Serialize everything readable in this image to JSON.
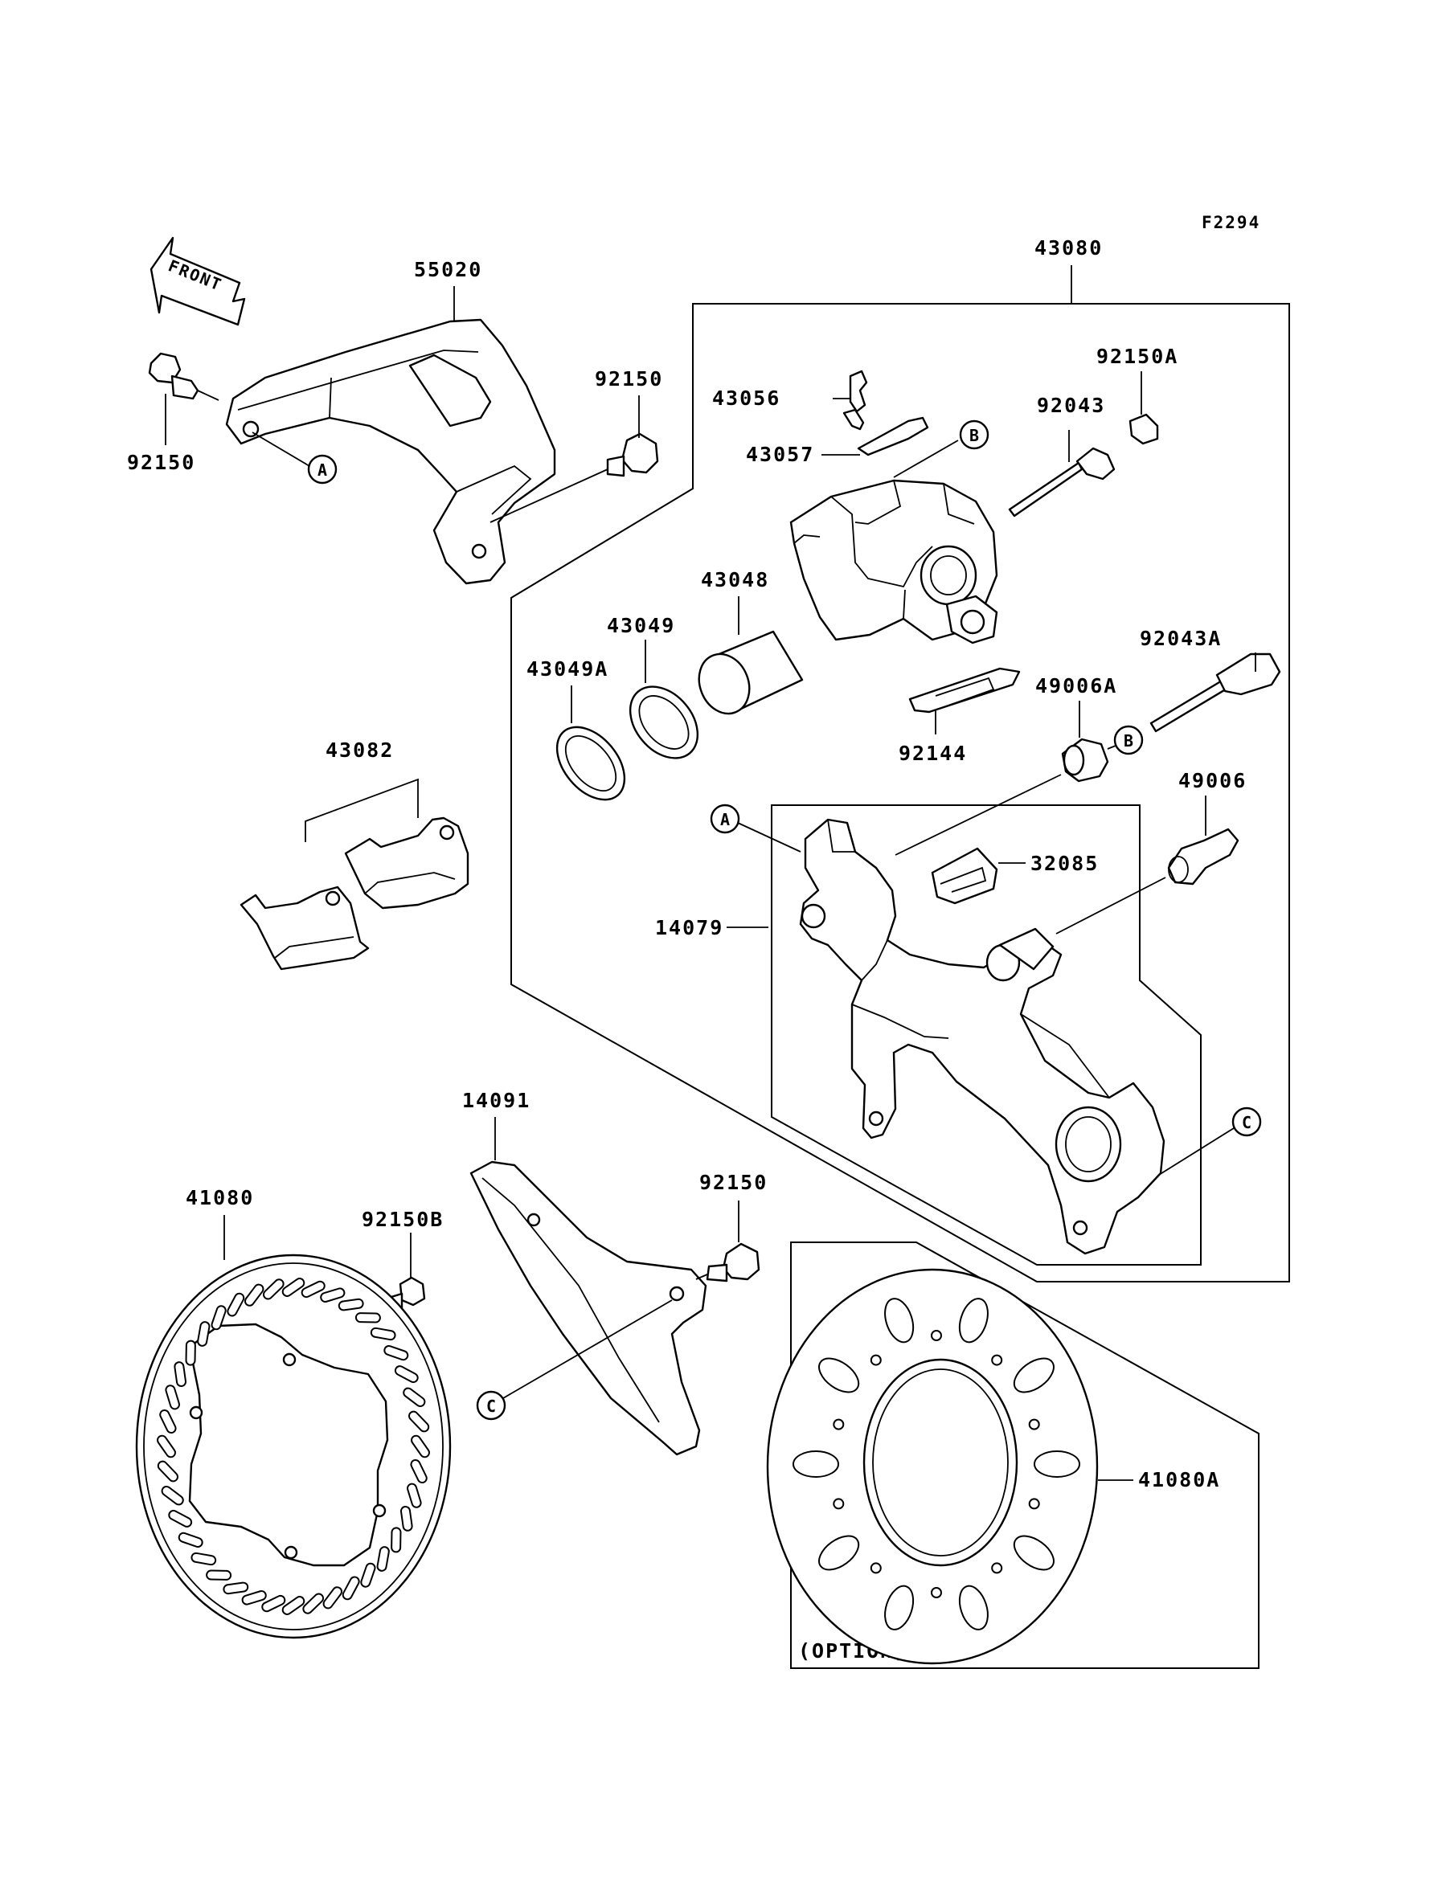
{
  "figure_code": "F2294",
  "front_label": "FRONT",
  "option_label": "(OPTION)",
  "ref_letters": {
    "a": "A",
    "b": "B",
    "c": "C"
  },
  "parts": {
    "p55020": "55020",
    "p92150_left": "92150",
    "p92150_top": "92150",
    "p43080": "43080",
    "p43056": "43056",
    "p43057": "43057",
    "p92043": "92043",
    "p92150A": "92150A",
    "p43048": "43048",
    "p43049": "43049",
    "p43049A": "43049A",
    "p43082": "43082",
    "p92144": "92144",
    "p92043A": "92043A",
    "p49006A": "49006A",
    "p49006": "49006",
    "p32085": "32085",
    "p14079": "14079",
    "p14091": "14091",
    "p41080": "41080",
    "p92150B": "92150B",
    "p92150_bottom": "92150",
    "p41080A": "41080A"
  }
}
